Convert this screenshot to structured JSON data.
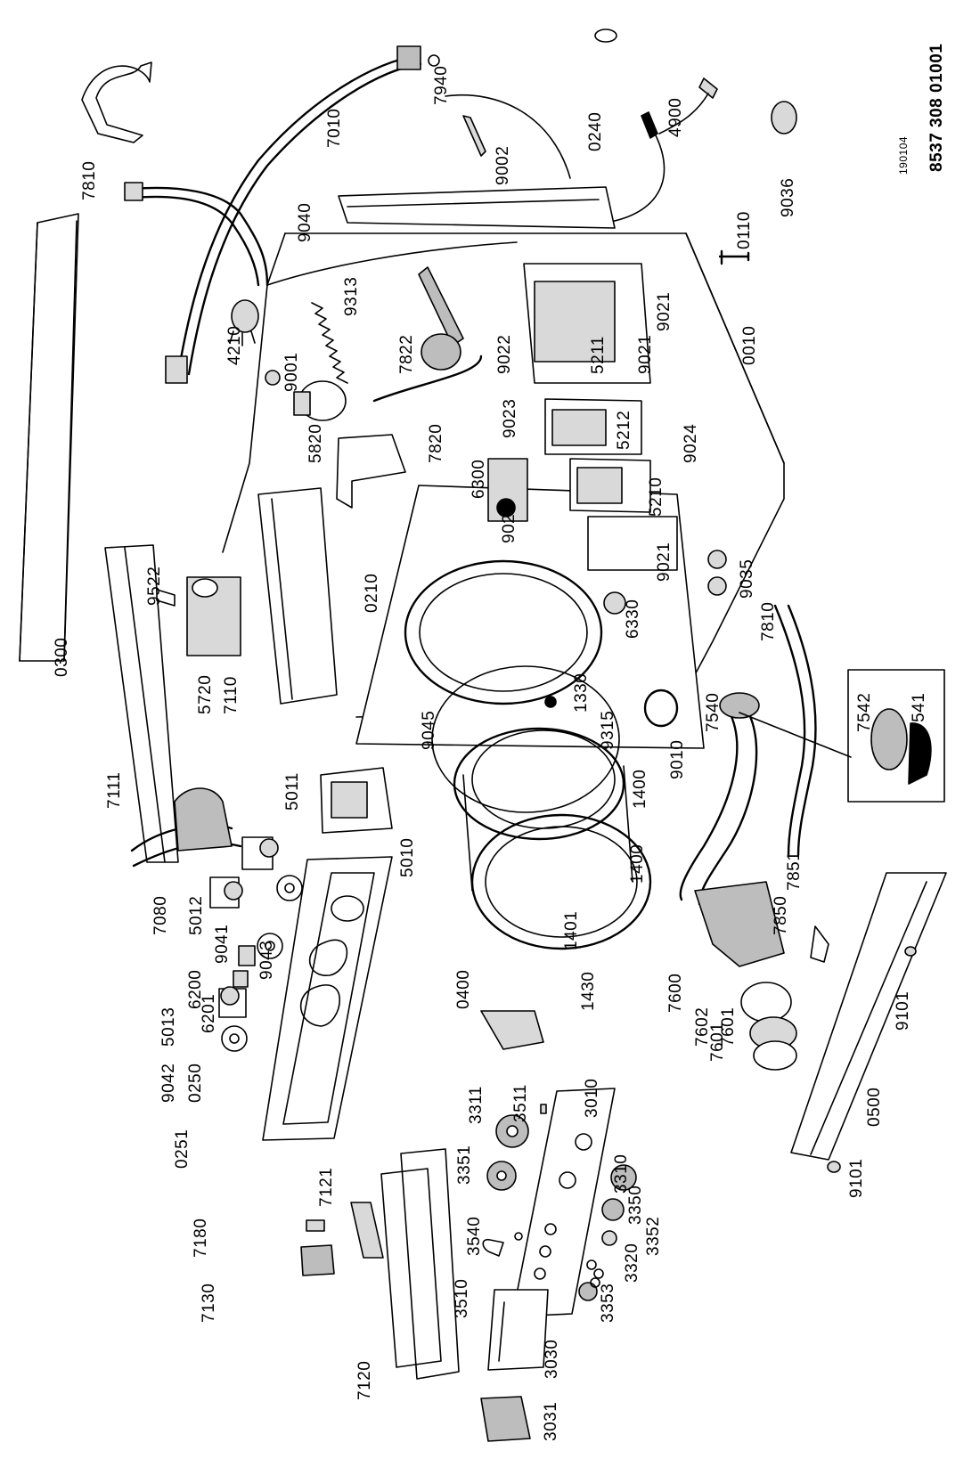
{
  "document": {
    "doc_date": "190104",
    "doc_number": "8537 308 01001"
  },
  "parts": {
    "p0010": "0010",
    "p0110": "0110",
    "p0210": "0210",
    "p0240": "0240",
    "p0250": "0250",
    "p0251": "0251",
    "p0300": "0300",
    "p0400": "0400",
    "p0500": "0500",
    "p1330": "1330",
    "p1400a": "1400",
    "p1400b": "1400",
    "p1401": "1401",
    "p1430": "1430",
    "p3010": "3010",
    "p3030": "3030",
    "p3031": "3031",
    "p3310": "3310",
    "p3311": "3311",
    "p3320": "3320",
    "p3350": "3350",
    "p3351": "3351",
    "p3352": "3352",
    "p3353": "3353",
    "p3510": "3510",
    "p3511": "3511",
    "p3540": "3540",
    "p4210": "4210",
    "p4900": "4900",
    "p5010": "5010",
    "p5011": "5011",
    "p5012": "5012",
    "p5013": "5013",
    "p5210": "5210",
    "p5211": "5211",
    "p5212": "5212",
    "p5720": "5720",
    "p5820": "5820",
    "p6200": "6200",
    "p6201": "6201",
    "p6300": "6300",
    "p6330": "6330",
    "p7010": "7010",
    "p7080": "7080",
    "p7110": "7110",
    "p7111": "7111",
    "p7120": "7120",
    "p7121": "7121",
    "p7130": "7130",
    "p7180": "7180",
    "p7540": "7540",
    "p7541": "7541",
    "p7542": "7542",
    "p7600": "7600",
    "p7601a": "7601",
    "p7601b": "7601",
    "p7602": "7602",
    "p7810a": "7810",
    "p7810b": "7810",
    "p7820": "7820",
    "p7822": "7822",
    "p7850": "7850",
    "p7851": "7851",
    "p7940": "7940",
    "p9001": "9001",
    "p9002": "9002",
    "p9010": "9010",
    "p9021a": "9021",
    "p9021b": "9021",
    "p9022a": "9022",
    "p9022b": "9022",
    "p9023": "9023",
    "p9024": "9024",
    "p9035": "9035",
    "p9036": "9036",
    "p9040": "9040",
    "p9041": "9041",
    "p9042": "9042",
    "p9043": "9043",
    "p9045": "9045",
    "p9101a": "9101",
    "p9101b": "9101",
    "p9313": "9313",
    "p9315": "9315",
    "p9522": "9522"
  }
}
